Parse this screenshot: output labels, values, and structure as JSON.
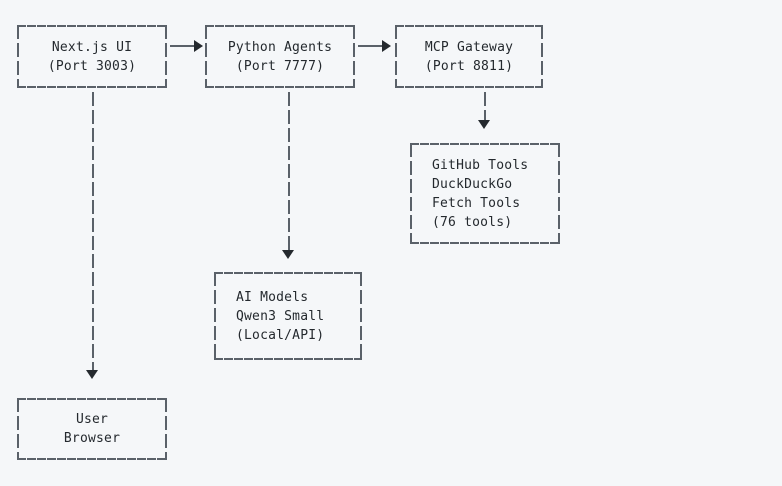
{
  "diagram": {
    "background_color": "#f5f7f9",
    "line_color": "#5a6169",
    "text_color": "#24292e",
    "nodes": [
      {
        "id": "nextjs-ui",
        "lines": [
          "Next.js UI",
          "(Port 3003)"
        ],
        "align": "center"
      },
      {
        "id": "python-agents",
        "lines": [
          "Python Agents",
          "(Port 7777)"
        ],
        "align": "center"
      },
      {
        "id": "mcp-gateway",
        "lines": [
          "MCP Gateway",
          "(Port 8811)"
        ],
        "align": "center"
      },
      {
        "id": "mcp-tools",
        "lines": [
          "GitHub Tools",
          "DuckDuckGo",
          "Fetch Tools",
          "(76 tools)"
        ],
        "align": "left"
      },
      {
        "id": "ai-models",
        "lines": [
          "AI Models",
          "Qwen3 Small",
          "(Local/API)"
        ],
        "align": "left"
      },
      {
        "id": "user-browser",
        "lines": [
          "User",
          "Browser"
        ],
        "align": "center"
      }
    ]
  }
}
